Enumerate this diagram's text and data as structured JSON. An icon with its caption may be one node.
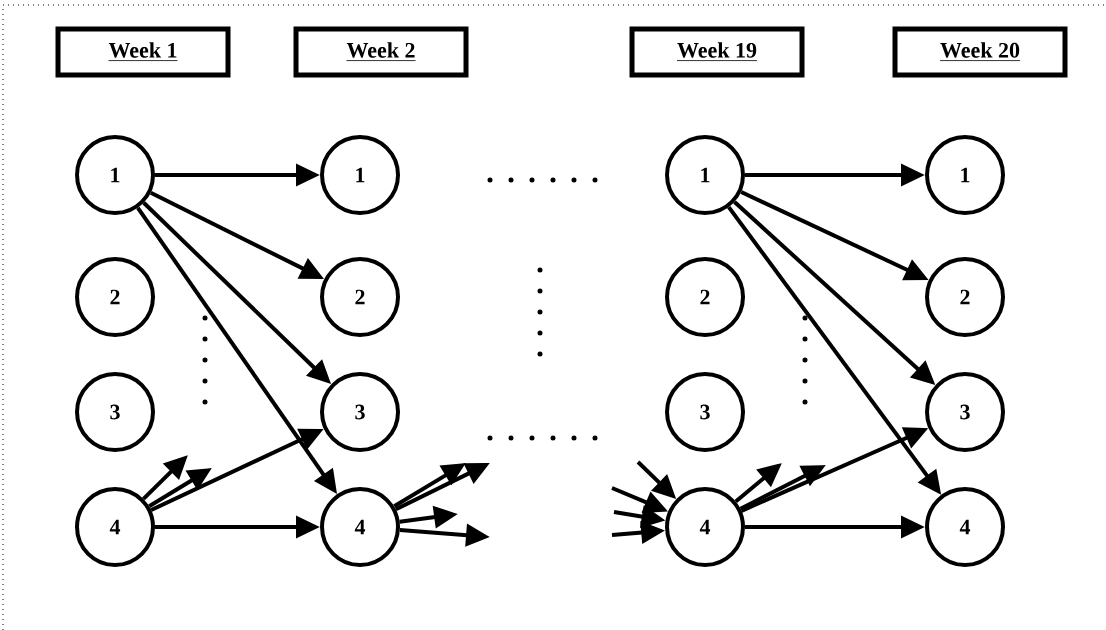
{
  "diagram": {
    "nodes": [
      {
        "text": [
          "Week 1"
        ]
      },
      {
        "text": [
          "Week 2"
        ]
      },
      {
        "text": [
          "Week 19"
        ]
      },
      {
        "text": [
          "Week 20"
        ]
      },
      {
        "text": [
          "1"
        ]
      },
      {
        "text": [
          "2"
        ]
      },
      {
        "text": [
          "3"
        ]
      },
      {
        "text": [
          "4"
        ]
      },
      {
        "text": [
          "1"
        ]
      },
      {
        "text": [
          "2"
        ]
      },
      {
        "text": [
          "3"
        ]
      },
      {
        "text": [
          "4"
        ]
      },
      {
        "text": [
          "1"
        ]
      },
      {
        "text": [
          "2"
        ]
      },
      {
        "text": [
          "3"
        ]
      },
      {
        "text": [
          "4"
        ]
      },
      {
        "text": [
          "1"
        ]
      },
      {
        "text": [
          "2"
        ]
      },
      {
        "text": [
          "3"
        ]
      },
      {
        "text": [
          "4"
        ]
      }
    ],
    "edges": [
      {
        "from": 4,
        "to": 8,
        "arrow": "to"
      },
      {
        "from": 4,
        "to": 9,
        "arrow": "to"
      },
      {
        "from": 4,
        "to": 10,
        "arrow": "to"
      },
      {
        "from": 4,
        "to": 11,
        "arrow": "to"
      },
      {
        "from": 7,
        "to": 10,
        "arrow": "to"
      },
      {
        "from": 7,
        "to": 11,
        "arrow": "to"
      },
      {
        "from": 7,
        "to": null,
        "arrow": "to"
      },
      {
        "from": 7,
        "to": null,
        "arrow": "to"
      },
      {
        "from": 11,
        "to": null,
        "arrow": "to"
      },
      {
        "from": 11,
        "to": null,
        "arrow": "to"
      },
      {
        "from": 11,
        "to": null,
        "arrow": "to"
      },
      {
        "from": 11,
        "to": null,
        "arrow": "to"
      },
      {
        "from": null,
        "to": 15,
        "arrow": "to"
      },
      {
        "from": null,
        "to": 15,
        "arrow": "to"
      },
      {
        "from": null,
        "to": 15,
        "arrow": "to"
      },
      {
        "from": null,
        "to": 15,
        "arrow": "to"
      },
      {
        "from": 12,
        "to": 16,
        "arrow": "to"
      },
      {
        "from": 12,
        "to": 17,
        "arrow": "to"
      },
      {
        "from": 12,
        "to": 18,
        "arrow": "to"
      },
      {
        "from": 12,
        "to": 19,
        "arrow": "to"
      },
      {
        "from": 15,
        "to": 18,
        "arrow": "to"
      },
      {
        "from": 15,
        "to": 19,
        "arrow": "to"
      },
      {
        "from": 15,
        "to": null,
        "arrow": "to"
      },
      {
        "from": 15,
        "to": null,
        "arrow": "to"
      }
    ]
  }
}
